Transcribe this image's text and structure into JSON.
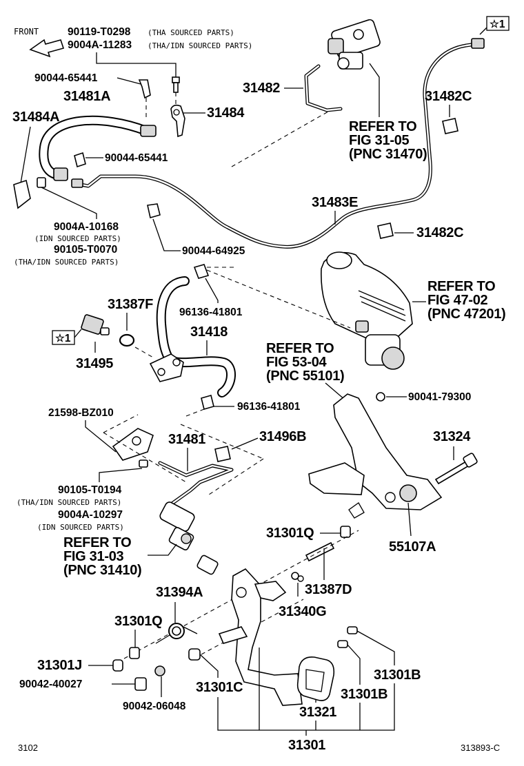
{
  "header": {
    "front": "FRONT",
    "bolt_tha": "90119-T0298",
    "bolt_tha_note": "(THA SOURCED PARTS)",
    "bolt_tha_idn": "9004A-11283",
    "bolt_tha_idn_note": "(THA/IDN SOURCED PARTS)"
  },
  "labels": {
    "p90044_65441_top": "90044-65441",
    "p31481A": "31481A",
    "p31484": "31484",
    "p31484A": "31484A",
    "p90044_65441_mid": "90044-65441",
    "p9004A_10168": "9004A-10168",
    "p9004A_10168_note": "(IDN SOURCED PARTS)",
    "p90105_T0070": "90105-T0070",
    "p90105_T0070_note": "(THA/IDN SOURCED PARTS)",
    "p90044_64925": "90044-64925",
    "p31482": "31482",
    "refer_3105_l1": "REFER TO",
    "refer_3105_l2": "FIG 31-05",
    "refer_3105_l3": "(PNC 31470)",
    "star_top": "☆1",
    "p31482C_top": "31482C",
    "p31483E": "31483E",
    "p31482C_mid": "31482C",
    "refer_4702_l1": "REFER TO",
    "refer_4702_l2": "FIG 47-02",
    "refer_4702_l3": "(PNC 47201)",
    "p96136_41801_top": "96136-41801",
    "p31387F": "31387F",
    "star_left": "☆1",
    "p31495": "31495",
    "p31418": "31418",
    "refer_5304_l1": "REFER TO",
    "refer_5304_l2": "FIG 53-04",
    "refer_5304_l3": "(PNC 55101)",
    "p96136_41801_mid": "96136-41801",
    "p21598_BZ010": "21598-BZ010",
    "p90041_79300": "90041-79300",
    "p31481": "31481",
    "p31496B": "31496B",
    "p31324": "31324",
    "p90105_T0194": "90105-T0194",
    "p90105_T0194_note": "(THA/IDN SOURCED PARTS)",
    "p9004A_10297": "9004A-10297",
    "p9004A_10297_note": "(IDN SOURCED PARTS)",
    "refer_3103_l1": "REFER TO",
    "refer_3103_l2": "FIG 31-03",
    "refer_3103_l3": "(PNC 31410)",
    "p31301Q_right": "31301Q",
    "p55107A": "55107A",
    "p31387D": "31387D",
    "p31394A": "31394A",
    "p31340G": "31340G",
    "p31301Q_left": "31301Q",
    "p31301J": "31301J",
    "p90042_40027": "90042-40027",
    "p31301C": "31301C",
    "p31301B_upper": "31301B",
    "p31301B_lower": "31301B",
    "p90042_06048": "90042-06048",
    "p31321": "31321",
    "p31301": "31301"
  },
  "footer": {
    "page_code": "3102",
    "figure_code": "313893-C"
  }
}
